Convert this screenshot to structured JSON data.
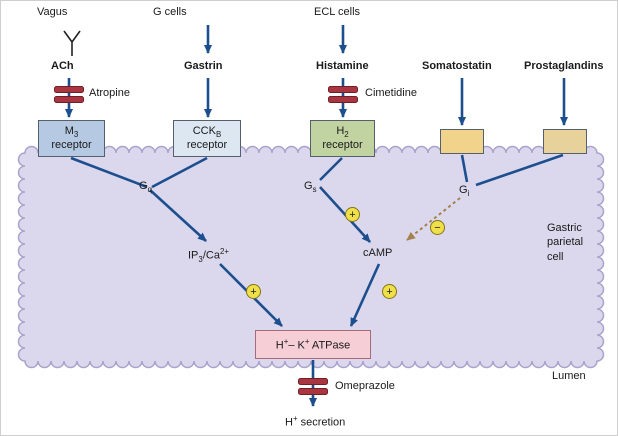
{
  "diagram": {
    "sources": {
      "vagus": "Vagus",
      "g_cells": "G cells",
      "ecl_cells": "ECL cells"
    },
    "ligands": {
      "ach": "ACh",
      "gastrin": "Gastrin",
      "histamine": "Histamine",
      "somatostatin": "Somatostatin",
      "prostaglandins": "Prostaglandins"
    },
    "drugs": {
      "atropine": "Atropine",
      "cimetidine": "Cimetidine",
      "omeprazole": "Omeprazole"
    },
    "receptors": {
      "m3": {
        "base": "M",
        "sub": "3",
        "line2": "receptor"
      },
      "cckb": {
        "base": "CCK",
        "sub": "B",
        "line2": "receptor"
      },
      "h2": {
        "base": "H",
        "sub": "2",
        "line2": "receptor"
      }
    },
    "g_proteins": {
      "gq": {
        "base": "G",
        "sub": "q"
      },
      "gs": {
        "base": "G",
        "sub": "s"
      },
      "gi": {
        "base": "G",
        "sub": "i"
      }
    },
    "second_messengers": {
      "ip3_ca": {
        "p1": "IP",
        "s1": "3",
        "p2": "/Ca",
        "s2": "2+"
      },
      "camp": "cAMP"
    },
    "pump": {
      "p1": "H",
      "s1": "+",
      "p2": "– K",
      "s2": "+",
      "p3": " ATPase"
    },
    "secretion": {
      "p1": "H",
      "s1": "+",
      "p2": " secretion"
    },
    "signs": {
      "plus": "+",
      "minus": "−"
    },
    "compartments": {
      "cell_line1": "Gastric",
      "cell_line2": "parietal",
      "cell_line3": "cell",
      "lumen": "Lumen"
    },
    "colors": {
      "arrow_blue": "#1d4f8e",
      "inhibitor_red": "#a83540",
      "cell_fill": "#dbd8ed",
      "m3_fill": "#b6c9e2",
      "cckb_fill": "#dce7f2",
      "h2_fill": "#c2d3a2",
      "somatostatin_receptor_fill": "#f2d38b",
      "prostaglandin_receptor_fill": "#e7d29b",
      "pump_fill": "#f5ced6",
      "sign_fill": "#efe049",
      "inhibitory_dash": "#a5824d"
    }
  }
}
